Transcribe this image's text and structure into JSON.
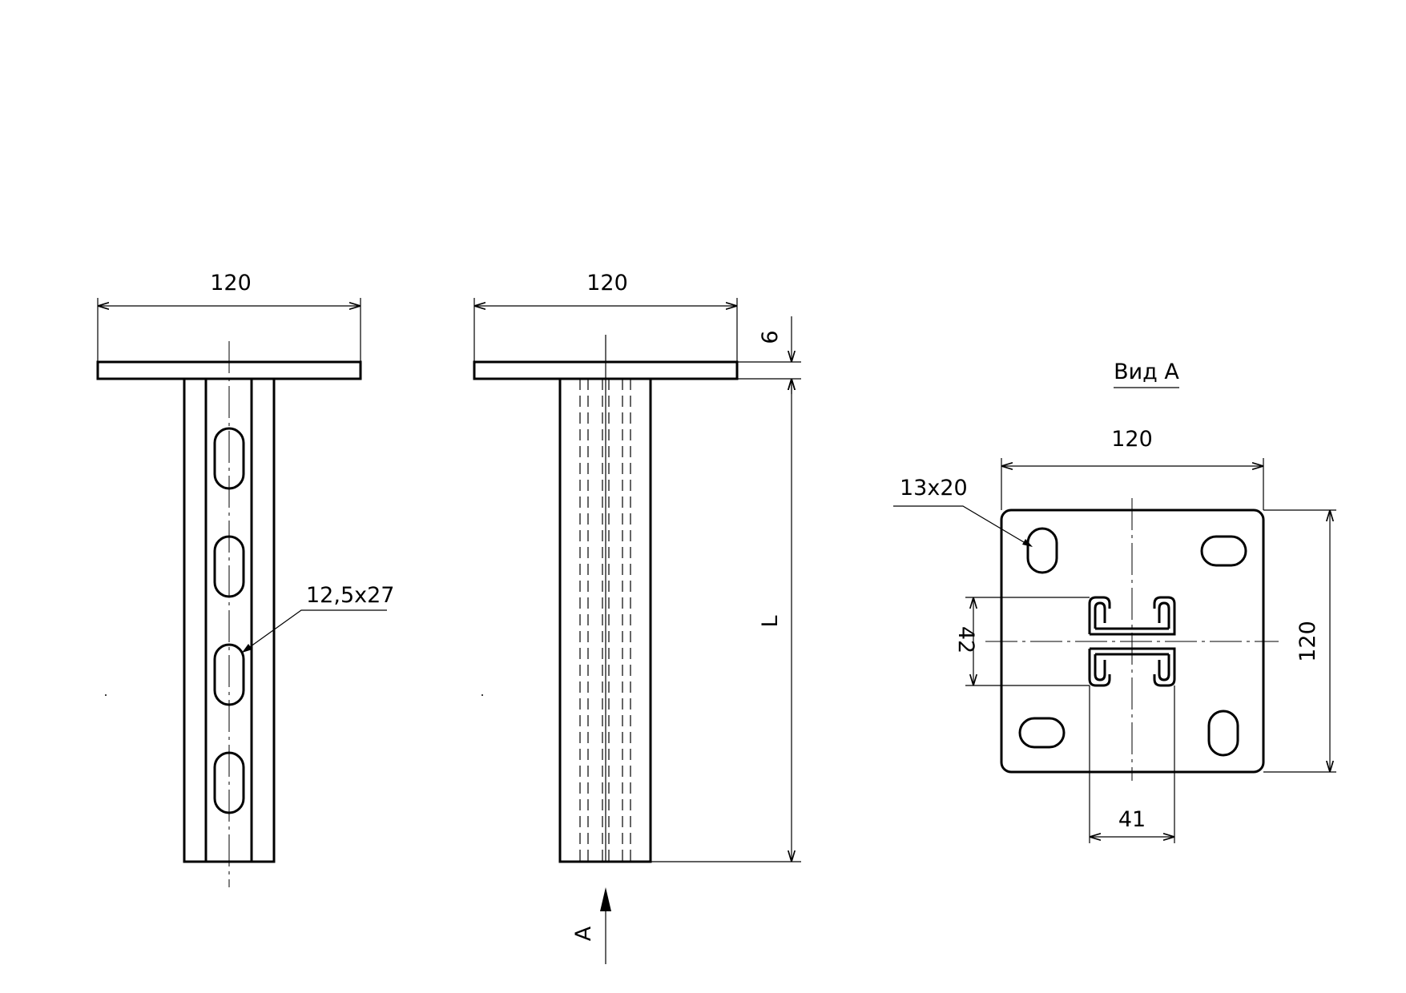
{
  "front_view": {
    "width_dim": "120",
    "slot_dim": "12,5x27"
  },
  "side_view": {
    "width_dim": "120",
    "thickness_dim": "6",
    "length_dim": "L",
    "view_marker": "A"
  },
  "view_a": {
    "title": "Вид А",
    "width_dim": "120",
    "height_dim": "120",
    "hole_dim": "13x20",
    "profile_height_dim": "42",
    "profile_width_dim": "41"
  }
}
